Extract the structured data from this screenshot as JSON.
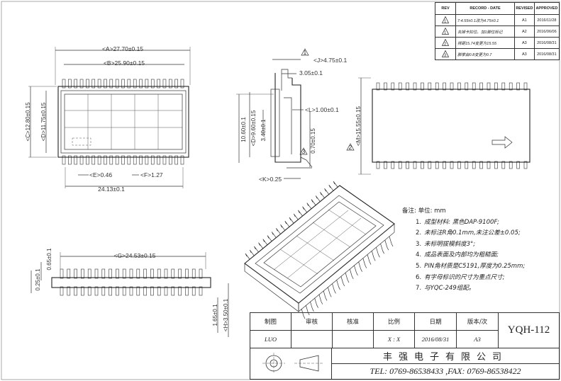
{
  "revision_table": {
    "headers": [
      "REV",
      "RECORD - DATE",
      "REVISED",
      "APPROVED"
    ],
    "rows": [
      {
        "rev": "1",
        "record": "7:4.55±0.1改为4.75±0.1",
        "revised": "A1",
        "approved": "2016/11/28"
      },
      {
        "rev": "1",
        "record": "去掉卡扣位、加1脚位标记",
        "revised": "A2",
        "approved": "2016/06/06"
      },
      {
        "rev": "2",
        "record": "排距15.74变更为15.55",
        "revised": "A3",
        "approved": "2016/08/31"
      },
      {
        "rev": "3",
        "record": "脚掌由0.8变更为0.7",
        "revised": "A3",
        "approved": "2016/08/31"
      }
    ]
  },
  "dimensions": {
    "A": "<A>27.70±0.15",
    "B": "<B>25.90±0.15",
    "C": "<C>12.80±0.15",
    "D": "<D>11.75±0.15",
    "E": "<E>0.46",
    "F": "<F>1.27",
    "pitch_total": "24.13±0.1",
    "G": "<G>24.53±0.15",
    "height_a": "0.65±0.1",
    "height_b": "0.25±0.1",
    "height_c": "1.65±0.1",
    "H": "<H>3.50±0.1",
    "J": "<J>4.75±0.1",
    "top_w": "3.05±0.1",
    "L": "<L>1.00±0.1",
    "side_h": "10.60±0.1",
    "side_d": "<D>9.60±0.15",
    "side_i": "3.40±0.1",
    "foot": "0.70±0.15",
    "K": "<K>0.25",
    "M": "<M>15.55±0.15"
  },
  "triangle_marks": [
    "1",
    "2",
    "3"
  ],
  "notes": {
    "title": "备注:  单位: mm",
    "items": [
      "成型材料: 黑色DAP-9100F;",
      "未标注R角0.1mm,未注公差±0.05;",
      "未标明拔模斜度3°;",
      "成品表面及内部均为粗糙面;",
      "PIN角材质是C5191,厚度为0.25mm;",
      "有字母标识的尺寸为重点尺寸;",
      "与YQC-249组配。"
    ]
  },
  "title_block": {
    "labels": [
      "制图",
      "审核",
      "核准",
      "比例",
      "日期",
      "版本/次"
    ],
    "values": [
      "LUO",
      "",
      "",
      "X : X",
      "2016/08/31",
      "A3"
    ],
    "part_no": "YQH-112",
    "company": "丰强电子有限公司",
    "contact": "TEL: 0769-86538433 ,FAX: 0769-86538422"
  },
  "icons": [
    "triangle-rev-icon",
    "pin1-arrow-icon",
    "first-angle-projection-icon"
  ]
}
